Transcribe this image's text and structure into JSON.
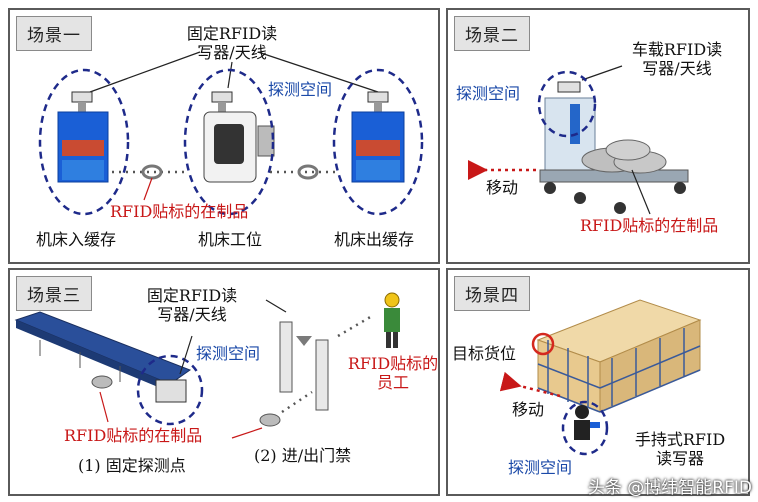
{
  "scene1": {
    "tag": "场景一",
    "reader_line1": "固定RFID读",
    "reader_line2": "写器/天线",
    "detect": "探测空间",
    "tag_label": "RFID贴标的在制品",
    "stations": [
      "机床入缓存",
      "机床工位",
      "机床出缓存"
    ]
  },
  "scene2": {
    "tag": "场景二",
    "reader_line1": "车载RFID读",
    "reader_line2": "写器/天线",
    "detect": "探测空间",
    "move": "移动",
    "tag_label": "RFID贴标的在制品"
  },
  "scene3": {
    "tag": "场景三",
    "reader_line1": "固定RFID读",
    "reader_line2": "写器/天线",
    "detect": "探测空间",
    "worker_line1": "RFID贴标的",
    "worker_line2": "员工",
    "tag_label": "RFID贴标的在制品",
    "caption1": "(1) 固定探测点",
    "caption2": "(2) 进/出门禁"
  },
  "scene4": {
    "tag": "场景四",
    "target": "目标货位",
    "move": "移动",
    "handheld_line1": "手持式RFID",
    "handheld_line2": "读写器",
    "detect": "探测空间"
  },
  "watermark": "头条 @博纬智能RFID"
}
